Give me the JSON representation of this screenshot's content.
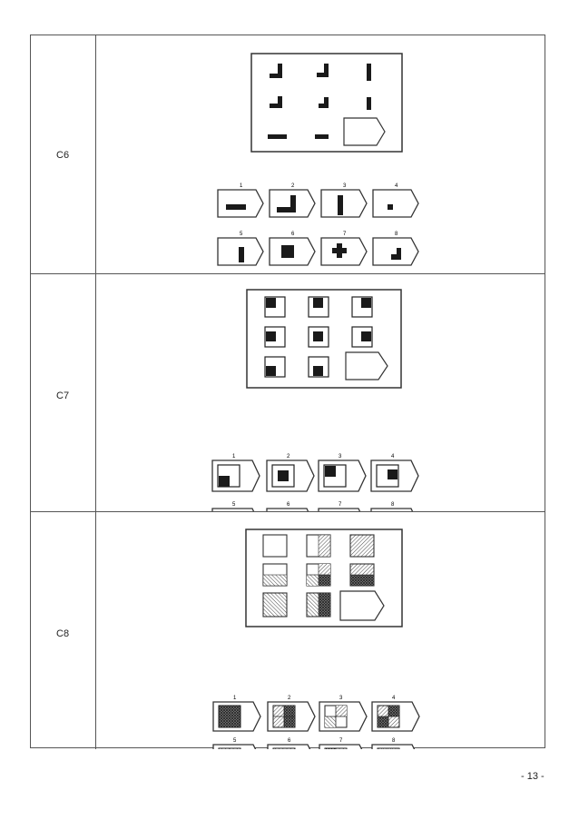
{
  "rows": [
    {
      "label": "C6",
      "option_numbers": [
        "1",
        "2",
        "3",
        "4",
        "5",
        "6",
        "7",
        "8"
      ]
    },
    {
      "label": "C7",
      "option_numbers": [
        "1",
        "2",
        "3",
        "4",
        "5",
        "6",
        "7",
        "8"
      ]
    },
    {
      "label": "C8",
      "option_numbers": [
        "1",
        "2",
        "3",
        "4",
        "5",
        "6",
        "7",
        "8"
      ]
    }
  ],
  "page_number": "- 13 -",
  "colors": {
    "ink": "#1a1a1a",
    "border": "#555555",
    "paper": "#ffffff"
  }
}
